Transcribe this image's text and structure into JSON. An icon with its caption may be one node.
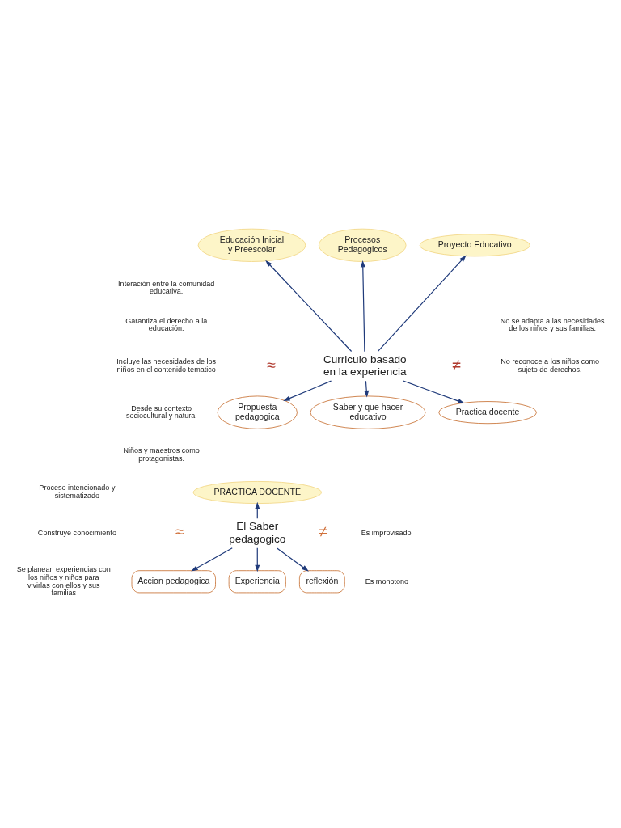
{
  "diagram": {
    "nodes": [
      {
        "text": [
          "Procesos Pedagogicos"
        ]
      },
      {
        "text": [
          "Proyecto Educativo"
        ]
      },
      {
        "text": [
          "Educación Inicial y Preescolar"
        ]
      },
      {
        "text": [
          "Curriculo basado en la experiencia"
        ]
      },
      {
        "text": [
          "Practica docente"
        ]
      },
      {
        "text": [
          "Propuesta pedagogica"
        ]
      },
      {
        "text": [
          "Saber y que hacer educativo"
        ]
      },
      {
        "text": [
          "PRACTICA DOCENTE"
        ]
      },
      {
        "text": [
          "El Saber pedagogico"
        ]
      },
      {
        "text": [
          "Experiencia"
        ]
      },
      {
        "text": [
          "reflexión"
        ]
      },
      {
        "text": [
          "Accion pedagogica"
        ]
      }
    ],
    "edges": [
      {
        "from": 3,
        "to": 0,
        "arrow": "to"
      },
      {
        "from": 3,
        "to": 1,
        "arrow": "to"
      },
      {
        "from": 3,
        "to": 2,
        "arrow": "to"
      },
      {
        "from": 3,
        "to": 4,
        "arrow": "to"
      },
      {
        "from": 3,
        "to": 5,
        "arrow": "to"
      },
      {
        "from": 3,
        "to": 6,
        "arrow": "to"
      },
      {
        "from": 8,
        "to": 7,
        "arrow": "to"
      },
      {
        "from": 8,
        "to": 9,
        "arrow": "to"
      },
      {
        "from": 8,
        "to": 10,
        "arrow": "to"
      },
      {
        "from": 8,
        "to": 11,
        "arrow": "to"
      }
    ],
    "labels": [
      "Interación entre la comunidad educativa.",
      "Garantiza el derecho a la educación.",
      "Incluye las necesidades de los niños en el contenido tematico",
      "Desde su contexto sociocultural y natural",
      "Niños y maestros como protagonistas.",
      "≈",
      "≠",
      "No se adapta a las necesidades de los niños y sus familias.",
      "No reconoce a los niños como sujeto de derechos.",
      "Proceso intencionado y sistematizado",
      "Construye conocimiento",
      "Se planean experiencias con los niños y niños para vivirlas con ellos y sus familias",
      "≈",
      "≠",
      "Es improvisado",
      "Es monotono"
    ]
  }
}
